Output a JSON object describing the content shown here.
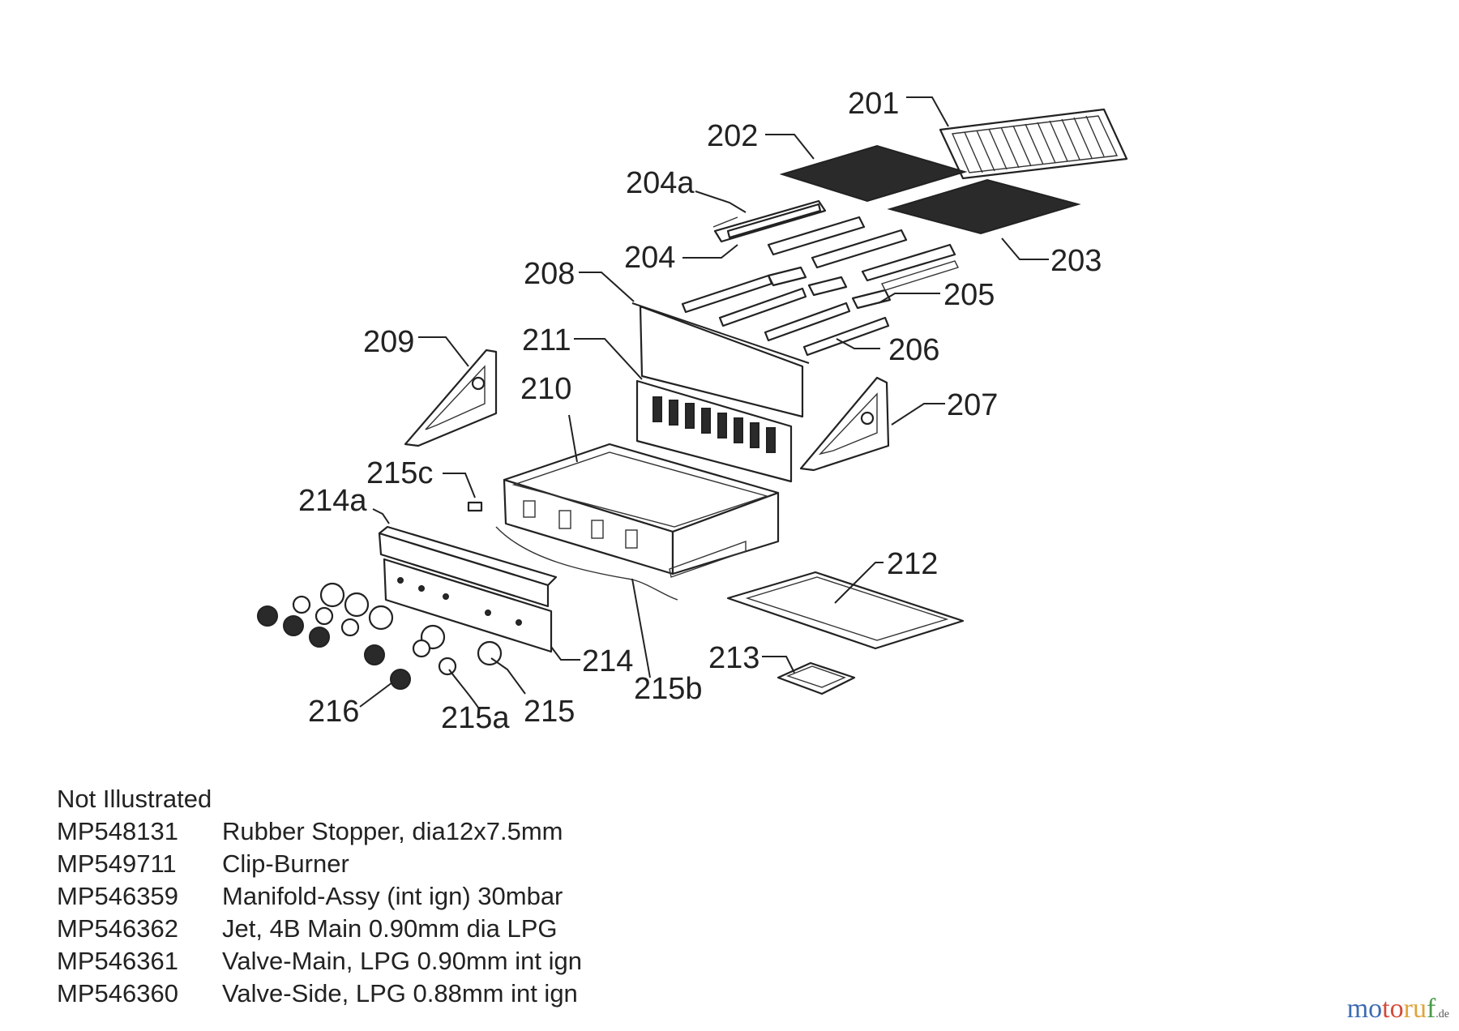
{
  "callouts": {
    "c201": "201",
    "c202": "202",
    "c203": "203",
    "c204a": "204a",
    "c204": "204",
    "c205": "205",
    "c206": "206",
    "c207": "207",
    "c208": "208",
    "c209": "209",
    "c210": "210",
    "c211": "211",
    "c212": "212",
    "c213": "213",
    "c214": "214",
    "c214a": "214a",
    "c215": "215",
    "c215a": "215a",
    "c215b": "215b",
    "c215c": "215c",
    "c216": "216"
  },
  "not_illustrated": {
    "heading": "Not Illustrated",
    "items": [
      {
        "code": "MP548131",
        "desc": "Rubber Stopper, dia12x7.5mm"
      },
      {
        "code": "MP549711",
        "desc": "Clip-Burner"
      },
      {
        "code": "MP546359",
        "desc": "Manifold-Assy (int ign) 30mbar"
      },
      {
        "code": "MP546362",
        "desc": "Jet, 4B Main 0.90mm dia LPG"
      },
      {
        "code": "MP546361",
        "desc": "Valve-Main, LPG 0.90mm int ign"
      },
      {
        "code": "MP546360",
        "desc": "Valve-Side, LPG 0.88mm int ign"
      }
    ]
  },
  "logo": {
    "p1": "mo",
    "p2": "to",
    "p3": "ru",
    "p4": "f",
    "suffix": ".de"
  }
}
